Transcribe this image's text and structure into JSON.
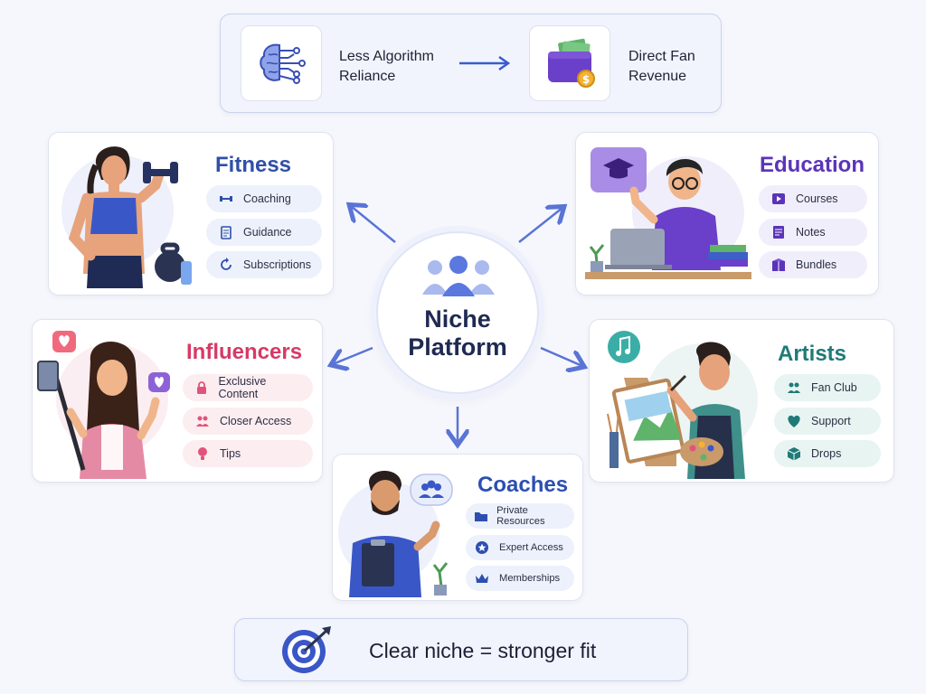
{
  "banner": {
    "left_text": "Less Algorithm\nReliance",
    "right_text": "Direct Fan\nRevenue",
    "left_icon": "brain-circuit-icon",
    "right_icon": "wallet-money-icon"
  },
  "hub": {
    "title": "Niche\nPlatform",
    "icon": "group-people-icon"
  },
  "categories": {
    "fitness": {
      "title": "Fitness",
      "color": "#2f4fa8",
      "items": [
        {
          "label": "Coaching",
          "icon": "dumbbell-icon"
        },
        {
          "label": "Guidance",
          "icon": "clipboard-icon"
        },
        {
          "label": "Subscriptions",
          "icon": "refresh-icon"
        }
      ]
    },
    "education": {
      "title": "Education",
      "color": "#5b34b8",
      "items": [
        {
          "label": "Courses",
          "icon": "play-icon"
        },
        {
          "label": "Notes",
          "icon": "notes-icon"
        },
        {
          "label": "Bundles",
          "icon": "package-icon"
        }
      ]
    },
    "influencers": {
      "title": "Influencers",
      "color": "#d63a67",
      "items": [
        {
          "label": "Exclusive Content",
          "icon": "lock-icon"
        },
        {
          "label": "Closer Access",
          "icon": "people-icon"
        },
        {
          "label": "Tips",
          "icon": "lightbulb-icon"
        }
      ]
    },
    "artists": {
      "title": "Artists",
      "color": "#1f7a78",
      "items": [
        {
          "label": "Fan Club",
          "icon": "people-icon"
        },
        {
          "label": "Support",
          "icon": "heart-icon"
        },
        {
          "label": "Drops",
          "icon": "box-icon"
        }
      ]
    },
    "coaches": {
      "title": "Coaches",
      "color": "#2c4fb0",
      "items": [
        {
          "label": "Private Resources",
          "icon": "folder-icon"
        },
        {
          "label": "Expert Access",
          "icon": "star-badge-icon"
        },
        {
          "label": "Memberships",
          "icon": "crown-icon"
        }
      ]
    }
  },
  "footer": {
    "tagline": "Clear niche = stronger fit",
    "icon": "target-icon"
  }
}
